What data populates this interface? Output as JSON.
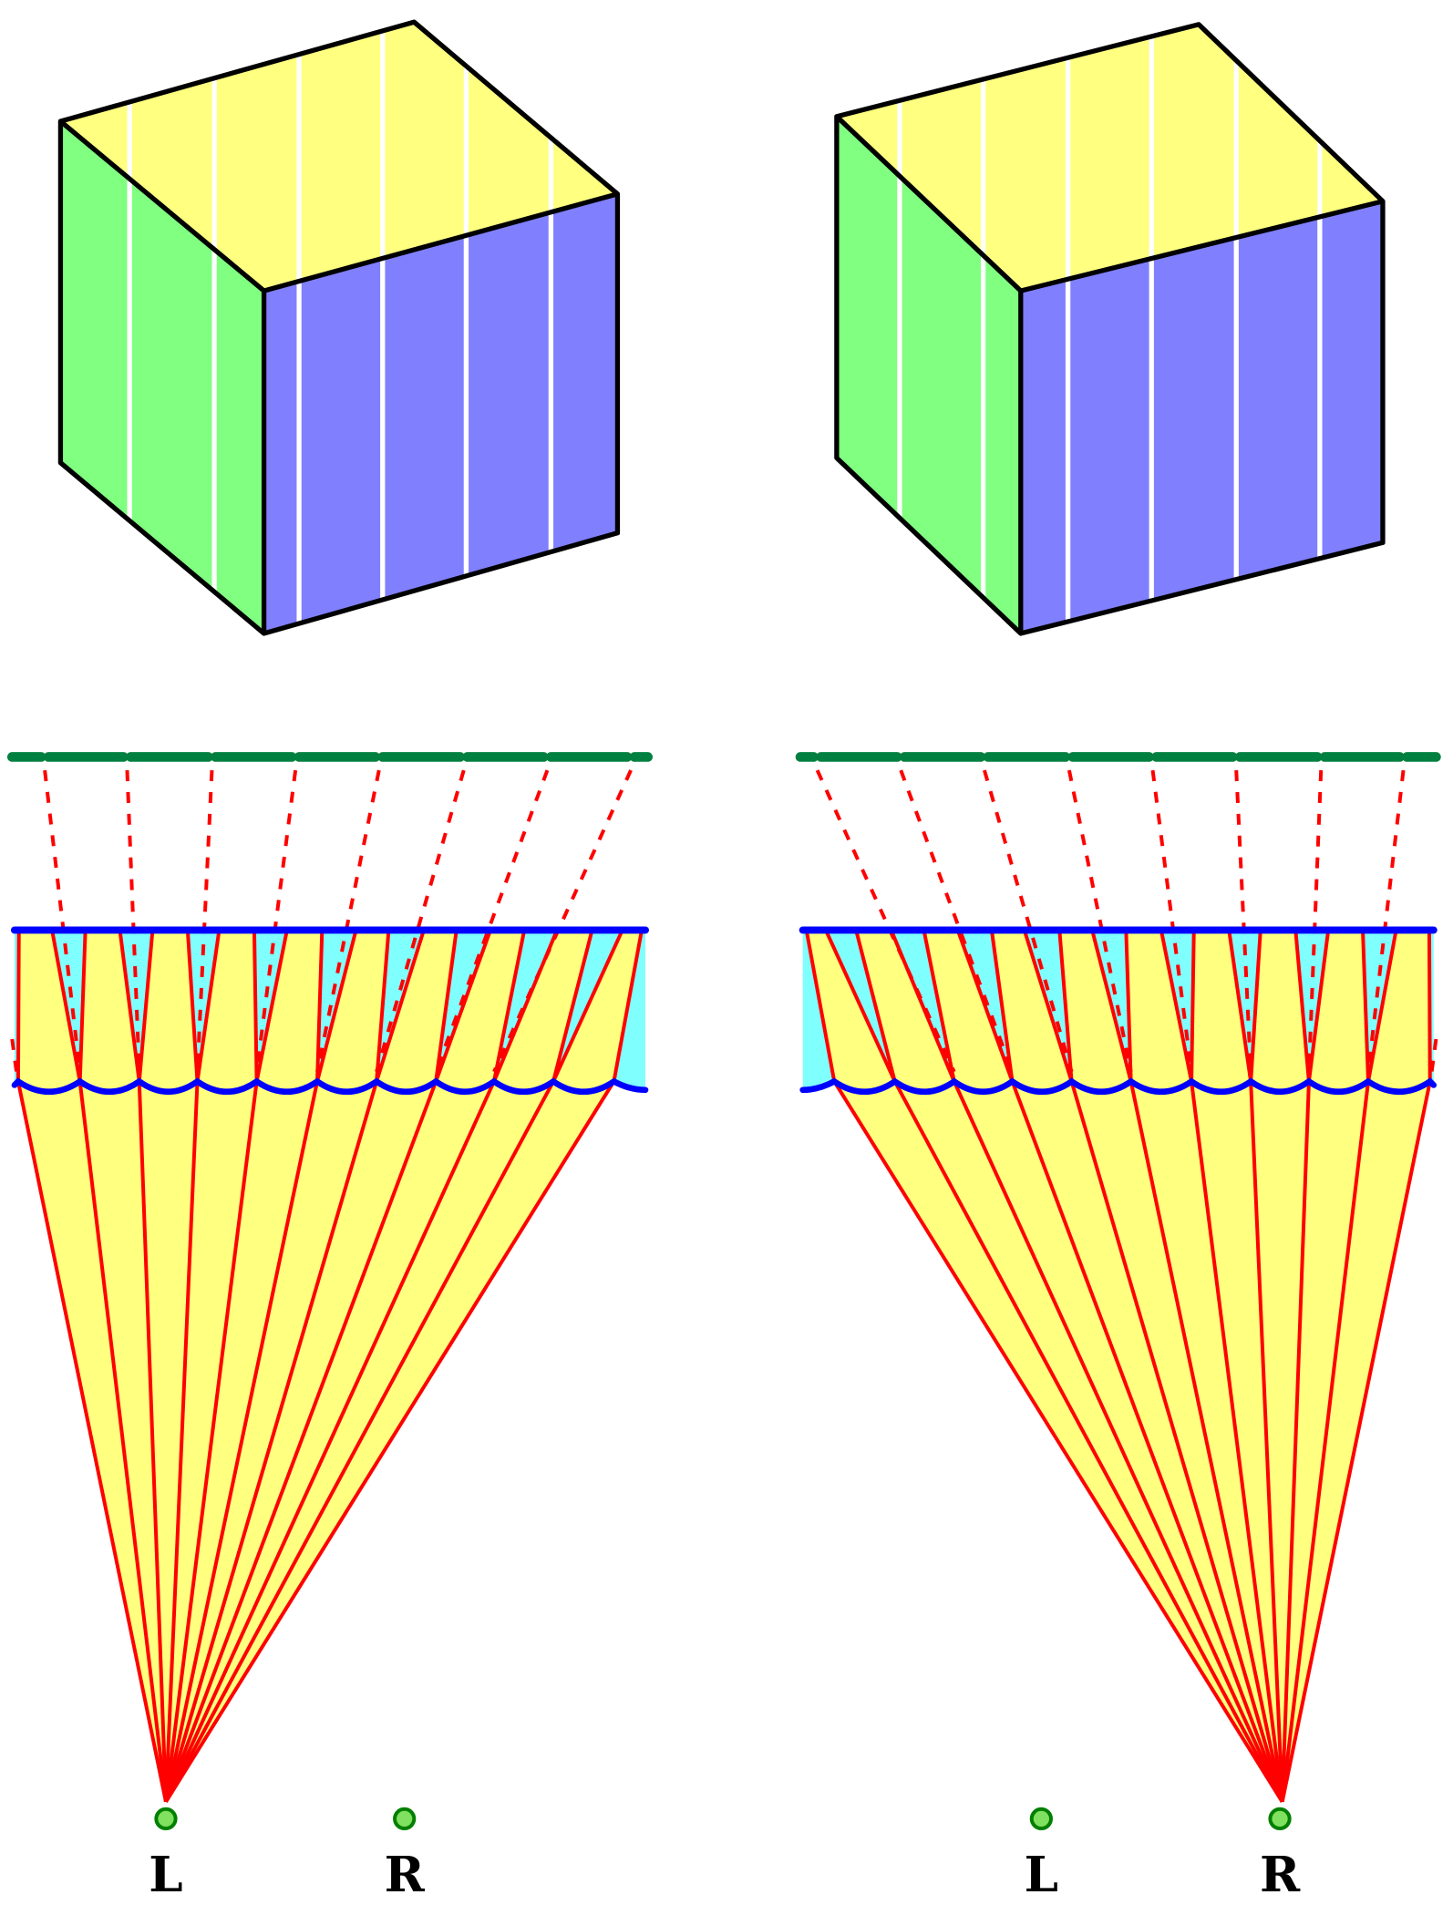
{
  "labels": {
    "left_panel": {
      "left_eye": "L",
      "right_eye": "R"
    },
    "right_panel": {
      "left_eye": "L",
      "right_eye": "R"
    }
  },
  "colors": {
    "cube_top": "#ffff80",
    "cube_left": "#80ff80",
    "cube_right": "#8080ff",
    "screen_bar": "#008040",
    "lens_line": "#0000ff",
    "lens_fill": "#80ffff",
    "ray": "#ff0000",
    "ray_fill": "#ffff80",
    "eye_dot": "#80e060",
    "eye_dot_stroke": "#008000"
  }
}
